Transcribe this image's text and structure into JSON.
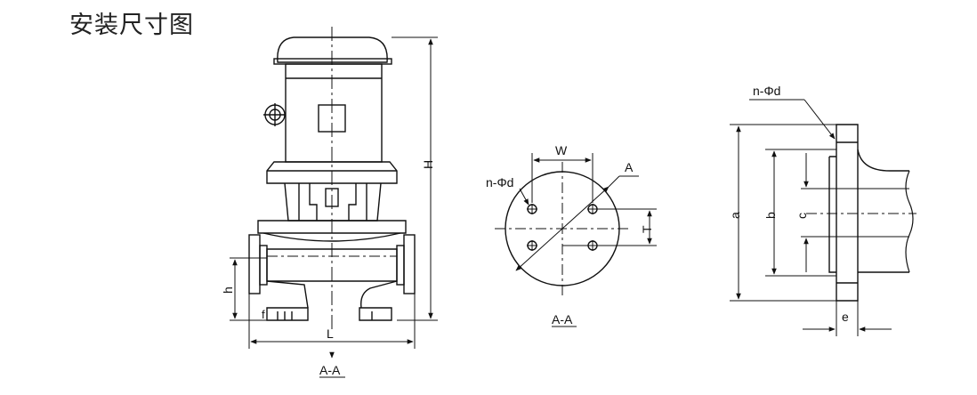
{
  "title": "安装尺寸图",
  "pump_view": {
    "dim_H": "H",
    "dim_h": "h",
    "dim_L": "L",
    "dim_f": "f",
    "section_label": "A-A"
  },
  "flange_view": {
    "dim_W": "W",
    "dim_A": "A",
    "dim_T": "T",
    "holes_label": "n-Φd",
    "section_label": "A-A"
  },
  "side_view": {
    "holes_label": "n-Φd",
    "dim_a": "a",
    "dim_b": "b",
    "dim_c": "c",
    "dim_e": "e"
  }
}
